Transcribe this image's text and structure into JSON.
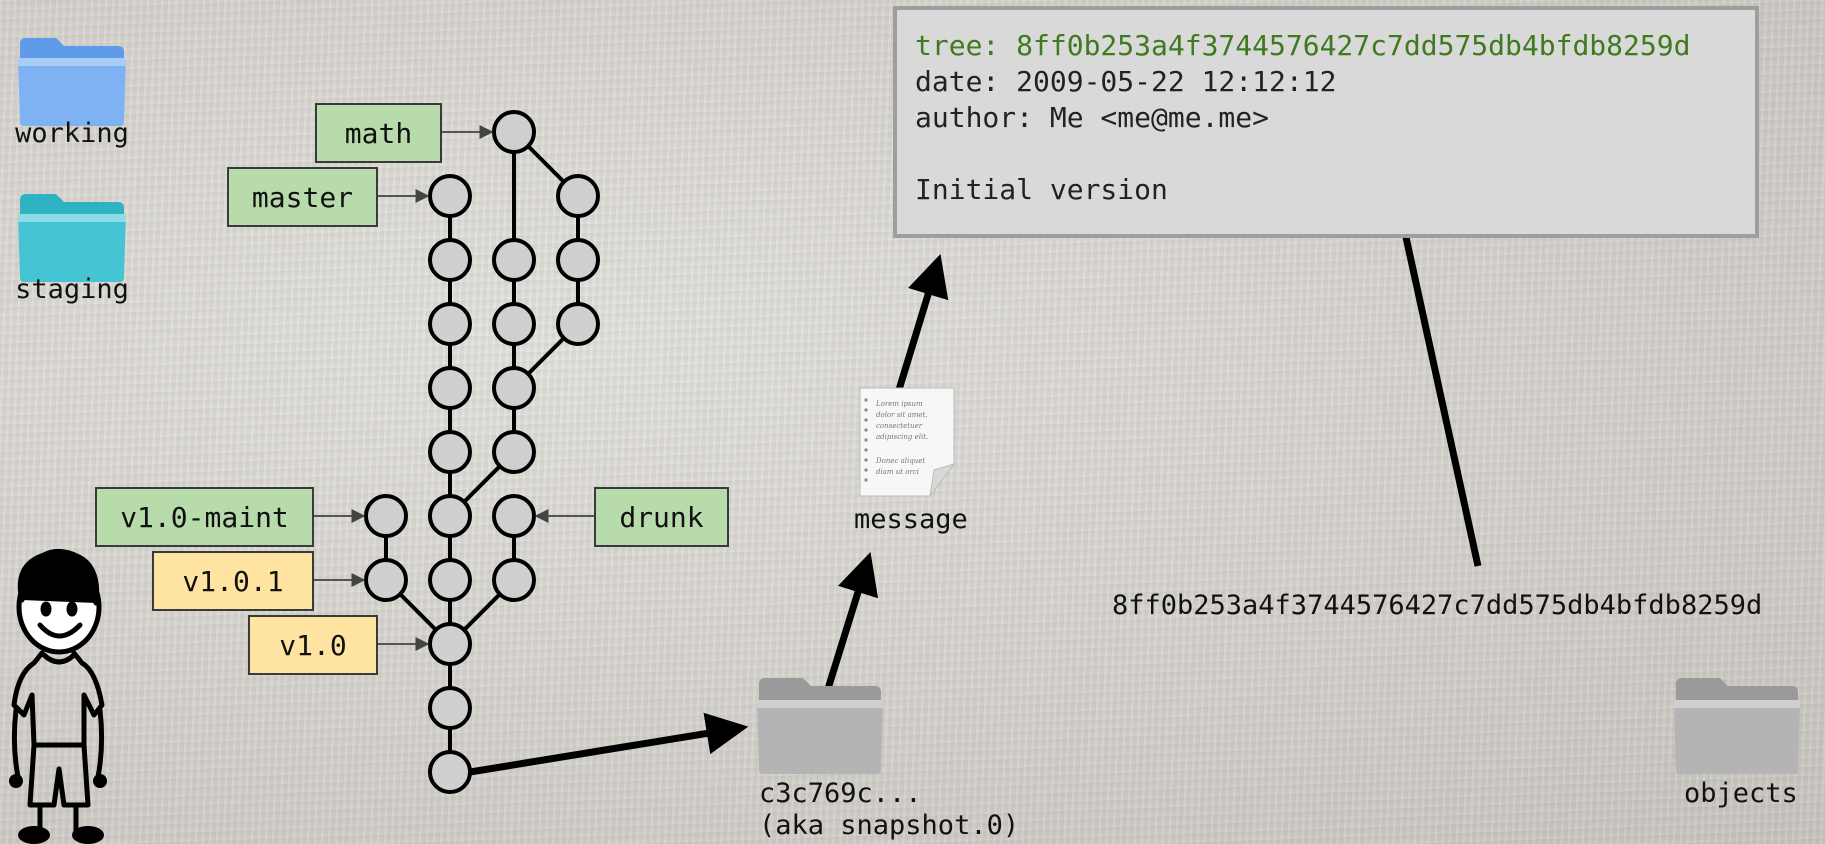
{
  "folders": {
    "working": {
      "label": "working",
      "color": "#6ea6f0"
    },
    "staging": {
      "label": "staging",
      "color": "#3fc0cf"
    },
    "snapshot": {
      "label_line1": "c3c769c...",
      "label_line2": "(aka snapshot.0)"
    },
    "objects": {
      "label": "objects"
    }
  },
  "branches": {
    "math": "math",
    "master": "master",
    "v1_0_maint": "v1.0-maint",
    "drunk": "drunk"
  },
  "tags": {
    "v1_0_1": "v1.0.1",
    "v1_0": "v1.0"
  },
  "commit": {
    "tree_line": "tree: 8ff0b253a4f3744576427c7dd575db4bfdb8259d",
    "date_line": "date: 2009-05-22 12:12:12",
    "author_line": "author: Me <me@me.me>",
    "message_line": "Initial version"
  },
  "message_doc": {
    "label": "message",
    "text_lines": [
      "Lorem ipsum",
      "dolor sit amet,",
      "consectetuer",
      "adipiscing elit.",
      "",
      "Donec aliquet",
      "diam ut orci"
    ]
  },
  "tree_hash": "8ff0b253a4f3744576427c7dd575db4bfdb8259d",
  "colors": {
    "branch_fill": "#b7dbaa",
    "tag_fill": "#ffe3a0",
    "node_fill": "#cfcfcf",
    "hash_green": "#3f7a1f"
  }
}
